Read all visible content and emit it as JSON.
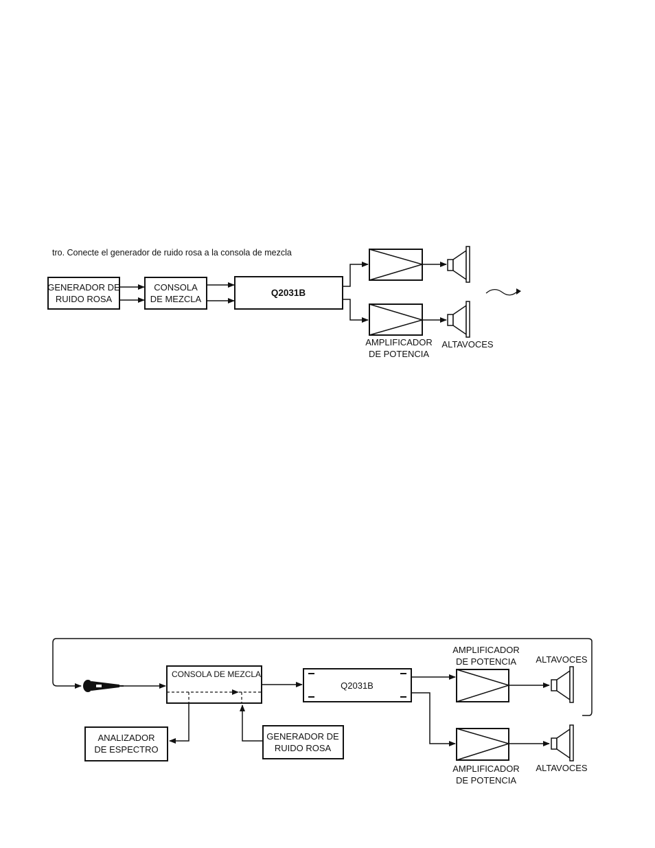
{
  "figure1": {
    "caption": "tro.  Conecte el generador de ruido rosa a la consola de mezcla",
    "pink_noise_generator": [
      "GENERADOR DE",
      "RUIDO ROSA"
    ],
    "mixing_console": [
      "CONSOLA",
      "DE MEZCLA"
    ],
    "equalizer": "Q2031B",
    "power_amplifier_label": [
      "AMPLIFICADOR",
      "DE POTENCIA"
    ],
    "speakers_label": "ALTAVOCES"
  },
  "figure2": {
    "mixing_console": "CONSOLA DE MEZCLA",
    "equalizer": "Q2031B",
    "spectrum_analyzer": [
      "ANALIZADOR",
      "DE ESPECTRO"
    ],
    "pink_noise_generator": [
      "GENERADOR DE",
      "RUIDO ROSA"
    ],
    "power_amplifier_top": [
      "AMPLIFICADOR",
      "DE POTENCIA"
    ],
    "speakers_top": "ALTAVOCES",
    "power_amplifier_bottom": [
      "AMPLIFICADOR",
      "DE POTENCIA"
    ],
    "speakers_bottom": "ALTAVOCES"
  }
}
